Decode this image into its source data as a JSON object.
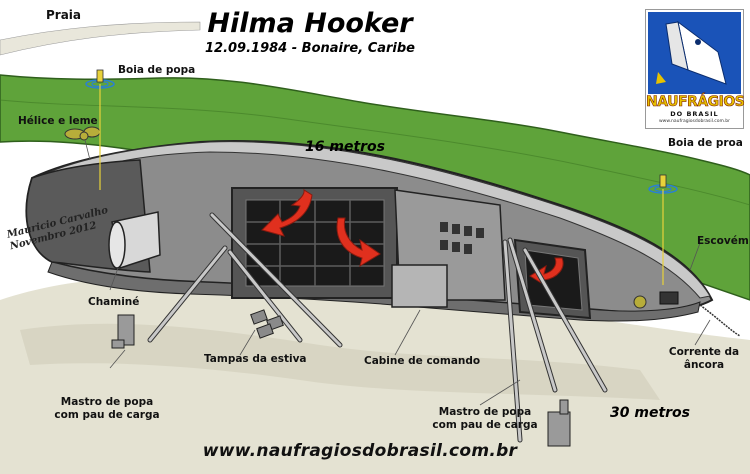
{
  "header": {
    "title": "Hilma Hooker",
    "subtitle": "12.09.1984 - Bonaire, Caribe"
  },
  "labels": {
    "beach": "Praia",
    "stern_buoy": "Boia de popa",
    "propeller_rudder": "Hélice e leme",
    "bow_buoy": "Boia de proa",
    "hawse": "Escovém",
    "funnel": "Chaminé",
    "hatch_covers": "Tampas da estiva",
    "bridge": "Cabine de comando",
    "anchor_chain_l1": "Corrente da",
    "anchor_chain_l2": "âncora",
    "aft_mast_left_l1": "Mastro de popa",
    "aft_mast_left_l2": "com pau de carga",
    "aft_mast_right_l1": "Mastro de popa",
    "aft_mast_right_l2": "com pau de carga"
  },
  "depths": {
    "shallow": "16 metros",
    "deep": "30 metros"
  },
  "signature": {
    "line1": "Mauricio Carvalho",
    "line2": "Novembro 2012"
  },
  "logo": {
    "name": "NAUFRÁGIOS",
    "sub": "DO BRASIL",
    "url": "www.naufragiosdobrasil.com.br"
  },
  "footer": {
    "url": "www.naufragiosdobrasil.com.br"
  },
  "colors": {
    "reef_green": "#5fa33a",
    "hull_gray": "#8c8c8c",
    "hull_light": "#c9c9c9",
    "sand": "#e4e2d2",
    "arrow_red": "#e0301e",
    "buoy_blue": "#2a7fd6",
    "buoy_yellow": "#e8d23a",
    "logo_blue": "#1a53b8"
  }
}
